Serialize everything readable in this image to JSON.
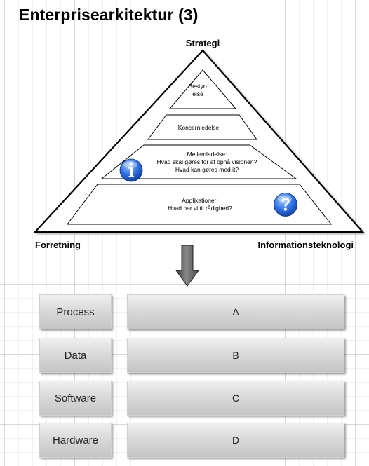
{
  "title": "Enterprisearkitektur (3)",
  "pyramid": {
    "apex_label": "Strategi",
    "left_label": "Forretning",
    "right_label": "Informationsteknologi",
    "tiers": [
      {
        "lines": [
          "Bestyr-",
          "else"
        ]
      },
      {
        "lines": [
          "Koncernledelse"
        ]
      },
      {
        "lines": [
          "Mellemledelse:",
          "Hvad skal gøres for at opnå visionen?",
          "Hvad kan gøres med it?"
        ]
      },
      {
        "lines": [
          "Applikationer:",
          "Hvad har vi til rådighed?"
        ]
      }
    ]
  },
  "icons": {
    "info": "info-icon",
    "help": "question-mark-icon",
    "arrow": "down-arrow-icon"
  },
  "rows": [
    {
      "label": "Process",
      "value": "A"
    },
    {
      "label": "Data",
      "value": "B"
    },
    {
      "label": "Software",
      "value": "C"
    },
    {
      "label": "Hardware",
      "value": "D"
    }
  ]
}
